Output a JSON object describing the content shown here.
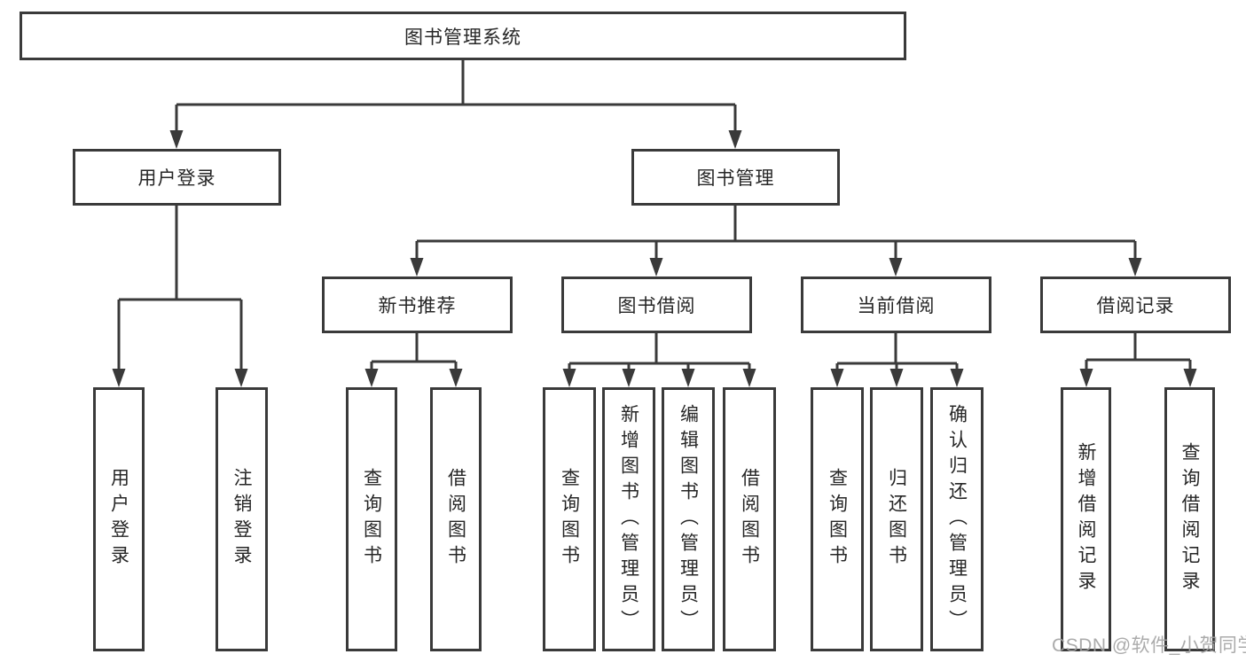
{
  "tree": {
    "root": "图书管理系统",
    "branches": [
      {
        "label": "用户登录",
        "children": [
          "用户登录",
          "注销登录"
        ]
      },
      {
        "label": "图书管理",
        "groups": [
          {
            "label": "新书推荐",
            "children": [
              "查询图书",
              "借阅图书"
            ]
          },
          {
            "label": "图书借阅",
            "children": [
              "查询图书",
              "新增图书（管理员）",
              "编辑图书（管理员）",
              "借阅图书"
            ]
          },
          {
            "label": "当前借阅",
            "children": [
              "查询图书",
              "归还图书",
              "确认归还（管理员）"
            ]
          },
          {
            "label": "借阅记录",
            "children": [
              "新增借阅记录",
              "查询借阅记录"
            ]
          }
        ]
      }
    ]
  },
  "watermark": "CSDN @软件_小贺同学",
  "colors": {
    "line": "#3a3a3a",
    "box_border": "#3a3a3a",
    "box_fill": "#ffffff",
    "text": "#262626",
    "watermark": "#a3a3a3"
  }
}
